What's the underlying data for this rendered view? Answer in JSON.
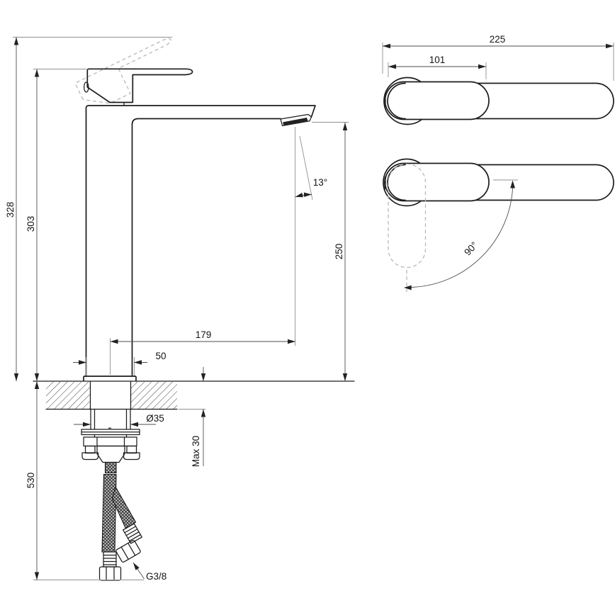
{
  "drawing": {
    "side_view": {
      "dim_total_height": "328",
      "dim_spout_height": "303",
      "dim_below_counter": "530",
      "dim_outlet_height": "250",
      "dim_spout_reach": "179",
      "dim_body_width": "50",
      "dim_spout_angle": "13°",
      "dim_hole_diameter": "Ø35",
      "dim_counter_thickness": "Max 30",
      "dim_hose_thread": "G3/8"
    },
    "top_view": {
      "dim_total_length": "225",
      "dim_handle_length": "101",
      "dim_swivel_angle": "90°"
    },
    "colors": {
      "outline": "#1c1c1c",
      "dimension": "#4d4d4d",
      "ghost": "#b8b8b8",
      "background": "#ffffff"
    }
  }
}
